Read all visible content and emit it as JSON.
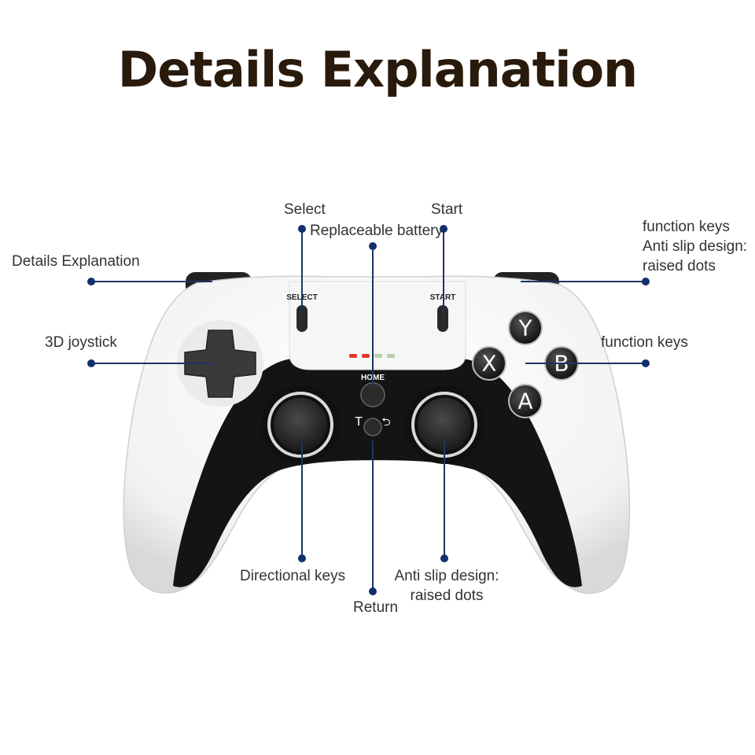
{
  "title": "Details Explanation",
  "colors": {
    "title": "#2a1a0c",
    "callout_line": "#1c3565",
    "callout_dot": "#0f2f6e",
    "controller_body": "#ffffff",
    "controller_dark": "#1a1a1a",
    "led_red": "#e2372a",
    "led_green": "#9fcf8a"
  },
  "controller": {
    "select_text": "SELECT",
    "start_text": "START",
    "home_text": "HOME",
    "turbo_text": "T",
    "return_symbol": "⮌",
    "face_buttons": {
      "y": "Y",
      "x": "X",
      "b": "B",
      "a": "A"
    }
  },
  "labels": {
    "select": "Select",
    "start": "Start",
    "battery": "Replaceable battery",
    "left_bumper": "Details  Explanation",
    "right_bumper_lines": [
      "function keys",
      "Anti slip design:",
      "raised dots"
    ],
    "joystick_3d": "3D joystick",
    "function_keys": "function keys",
    "directional": "Directional keys",
    "return": "Return",
    "anti_slip_lines": [
      "Anti slip design:",
      "raised dots"
    ]
  }
}
